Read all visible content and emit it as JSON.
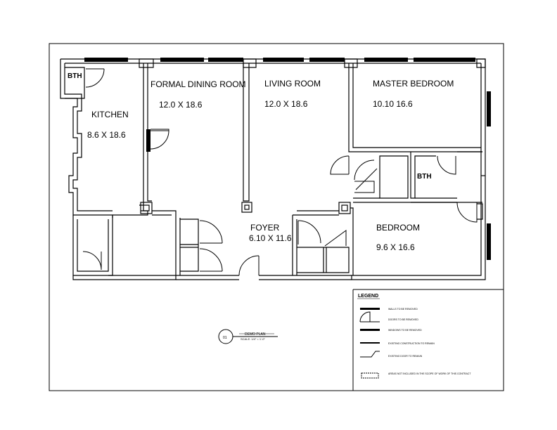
{
  "rooms": {
    "bath1": {
      "name": "BTH"
    },
    "kitchen": {
      "name": "KITCHEN",
      "dims": "8.6 X 18.6"
    },
    "dining": {
      "name": "FORMAL DINING ROOM",
      "dims": "12.0 X 18.6"
    },
    "living": {
      "name": "LIVING ROOM",
      "dims": "12.0 X 18.6"
    },
    "master": {
      "name": "MASTER BEDROOM",
      "dims": "10.10 16.6"
    },
    "bath2": {
      "name": "BTH"
    },
    "foyer": {
      "name": "FOYER",
      "dims": "6.10 X 11.6"
    },
    "bedroom": {
      "name": "BEDROOM",
      "dims": "9.6 X 16.6"
    }
  },
  "legend": {
    "title": "LEGEND",
    "items": [
      "WALLS TO BE REMOVED",
      "DOORS TO BE REMOVED",
      "WINDOWS TO BE REMOVED",
      "EXISTING CONSTRUCTION TO REMAIN",
      "EXISTING DOOR TO REMAIN",
      "AREAS NOT INCLUDED IN THE SCOPE OF WORK OF THIS CONTRACT"
    ]
  },
  "title_block": {
    "number": "01",
    "title": "DEMO PLAN",
    "scale": "SCALE: 1/4\" = 1'-0\""
  }
}
